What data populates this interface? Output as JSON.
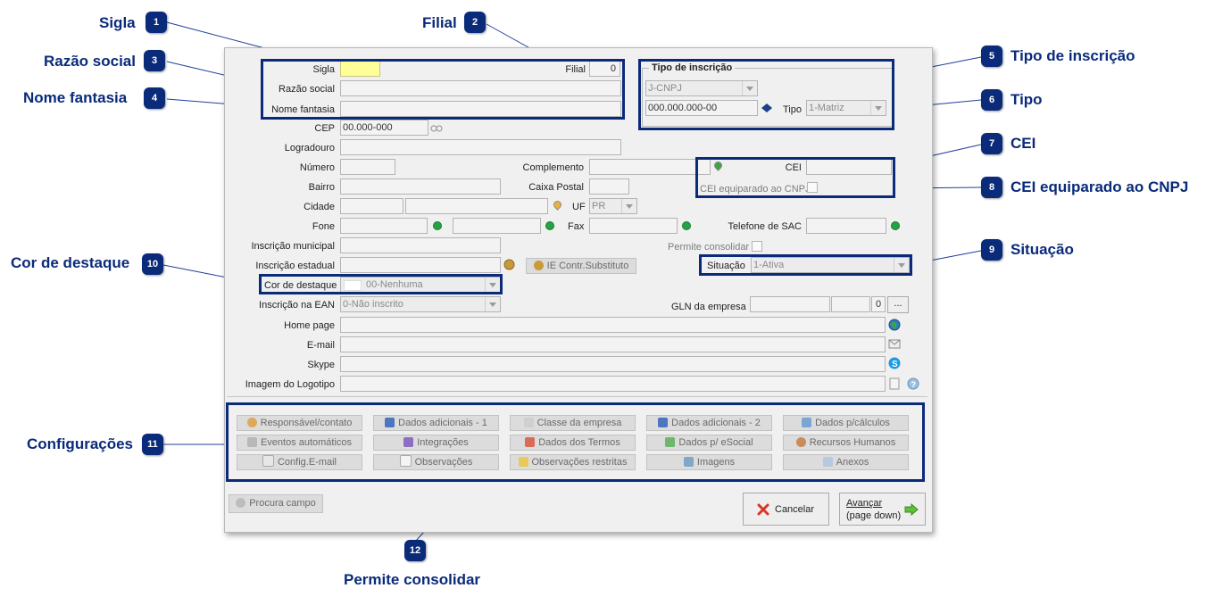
{
  "annotations": {
    "sigla": {
      "num": "1",
      "text": "Sigla"
    },
    "filial": {
      "num": "2",
      "text": "Filial"
    },
    "razao": {
      "num": "3",
      "text": "Razão social"
    },
    "fantasia": {
      "num": "4",
      "text": "Nome fantasia"
    },
    "tipo_inscricao": {
      "num": "5",
      "text": "Tipo de inscrição"
    },
    "tipo": {
      "num": "6",
      "text": "Tipo"
    },
    "cei": {
      "num": "7",
      "text": "CEI"
    },
    "cei_eq": {
      "num": "8",
      "text": "CEI equiparado ao CNPJ"
    },
    "situacao": {
      "num": "9",
      "text": "Situação"
    },
    "cor": {
      "num": "10",
      "text": "Cor de destaque"
    },
    "config": {
      "num": "11",
      "text": "Configurações"
    },
    "consolidar": {
      "num": "12",
      "text": "Permite consolidar"
    }
  },
  "form": {
    "sigla_label": "Sigla",
    "filial_label": "Filial",
    "filial_value": "0",
    "razao_label": "Razão social",
    "fantasia_label": "Nome fantasia",
    "cep_label": "CEP",
    "cep_value": "00.000-000",
    "logradouro_label": "Logradouro",
    "numero_label": "Número",
    "complemento_label": "Complemento",
    "bairro_label": "Bairro",
    "caixa_postal_label": "Caixa Postal",
    "cidade_label": "Cidade",
    "uf_label": "UF",
    "uf_value": "PR",
    "fone_label": "Fone",
    "fax_label": "Fax",
    "sac_label": "Telefone de SAC",
    "insc_municipal_label": "Inscrição municipal",
    "insc_estadual_label": "Inscrição estadual",
    "ie_btn": "IE Contr.Substituto",
    "permite_consolidar_label": "Permite consolidar",
    "situacao_label": "Situação",
    "situacao_value": "1-Ativa",
    "cor_label": "Cor de destaque",
    "cor_value": "00-Nenhuma",
    "ean_label": "Inscrição na EAN",
    "ean_value": "0-Não inscrito",
    "gln_label": "GLN da empresa",
    "gln_value": "0",
    "gln_btn": "...",
    "homepage_label": "Home page",
    "email_label": "E-mail",
    "skype_label": "Skype",
    "logo_label": "Imagem do Logotipo",
    "tipo_insc_group": "Tipo de inscrição",
    "tipo_insc_value": "J-CNPJ",
    "cnpj_value": "000.000.000-00",
    "tipo_label": "Tipo",
    "tipo_value": "1-Matriz",
    "cei_label": "CEI",
    "cei_eq_label": "CEI equiparado ao CNPJ"
  },
  "config_buttons": [
    "Responsável/contato",
    "Dados adicionais - 1",
    "Classe da empresa",
    "Dados adicionais - 2",
    "Dados p/cálculos",
    "Eventos automáticos",
    "Integrações",
    "Dados dos Termos",
    "Dados p/ eSocial",
    "Recursos Humanos",
    "Config.E-mail",
    "Observações",
    "Observações restritas",
    "Imagens",
    "Anexos"
  ],
  "footer": {
    "procura": "Procura campo",
    "cancelar": "Cancelar",
    "avancar": "Avançar",
    "avancar_sub": "(page down)"
  },
  "colors": {
    "accent": "#0a2a7a",
    "sigla_highlight": "#ffff99"
  }
}
